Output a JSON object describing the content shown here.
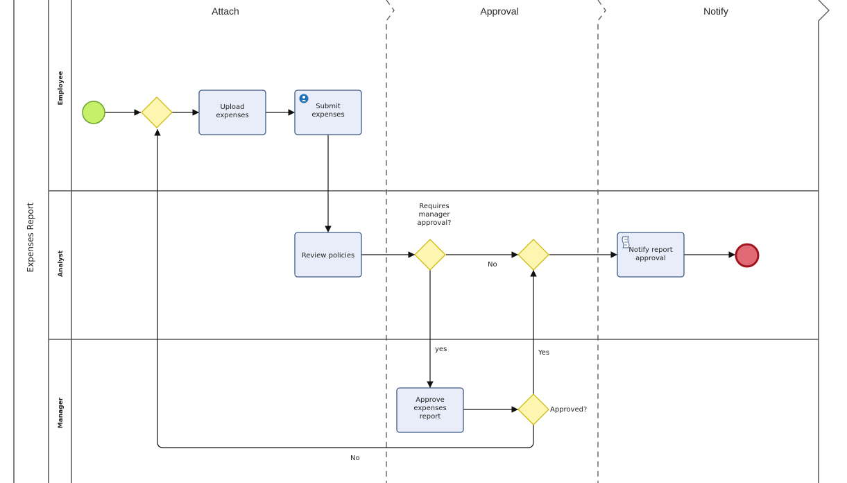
{
  "pool": {
    "title": "Expenses Report"
  },
  "phases": [
    "Attach",
    "Approval",
    "Notify"
  ],
  "lanes": [
    "Employee",
    "Analyst",
    "Manager"
  ],
  "tasks": {
    "upload": [
      "Upload",
      "expenses"
    ],
    "submit": [
      "Submit",
      "expenses"
    ],
    "review": [
      "Review policies"
    ],
    "approve": [
      "Approve",
      "expenses",
      "report"
    ],
    "notify": [
      "Notify report",
      "approval"
    ]
  },
  "gateways": {
    "requires_manager": [
      "Requires",
      "manager",
      "approval?"
    ],
    "approved": "Approved?"
  },
  "flow_labels": {
    "no_requires": "No",
    "yes_requires": "yes",
    "yes_approved": "Yes",
    "no_approved": "No"
  },
  "colors": {
    "start_event": "#c6ef6a",
    "end_event": "#e06a75",
    "task_fill": "#e8edf9",
    "gateway_fill": "#fdf6b0",
    "icon_blue": "#1f6fb5"
  }
}
